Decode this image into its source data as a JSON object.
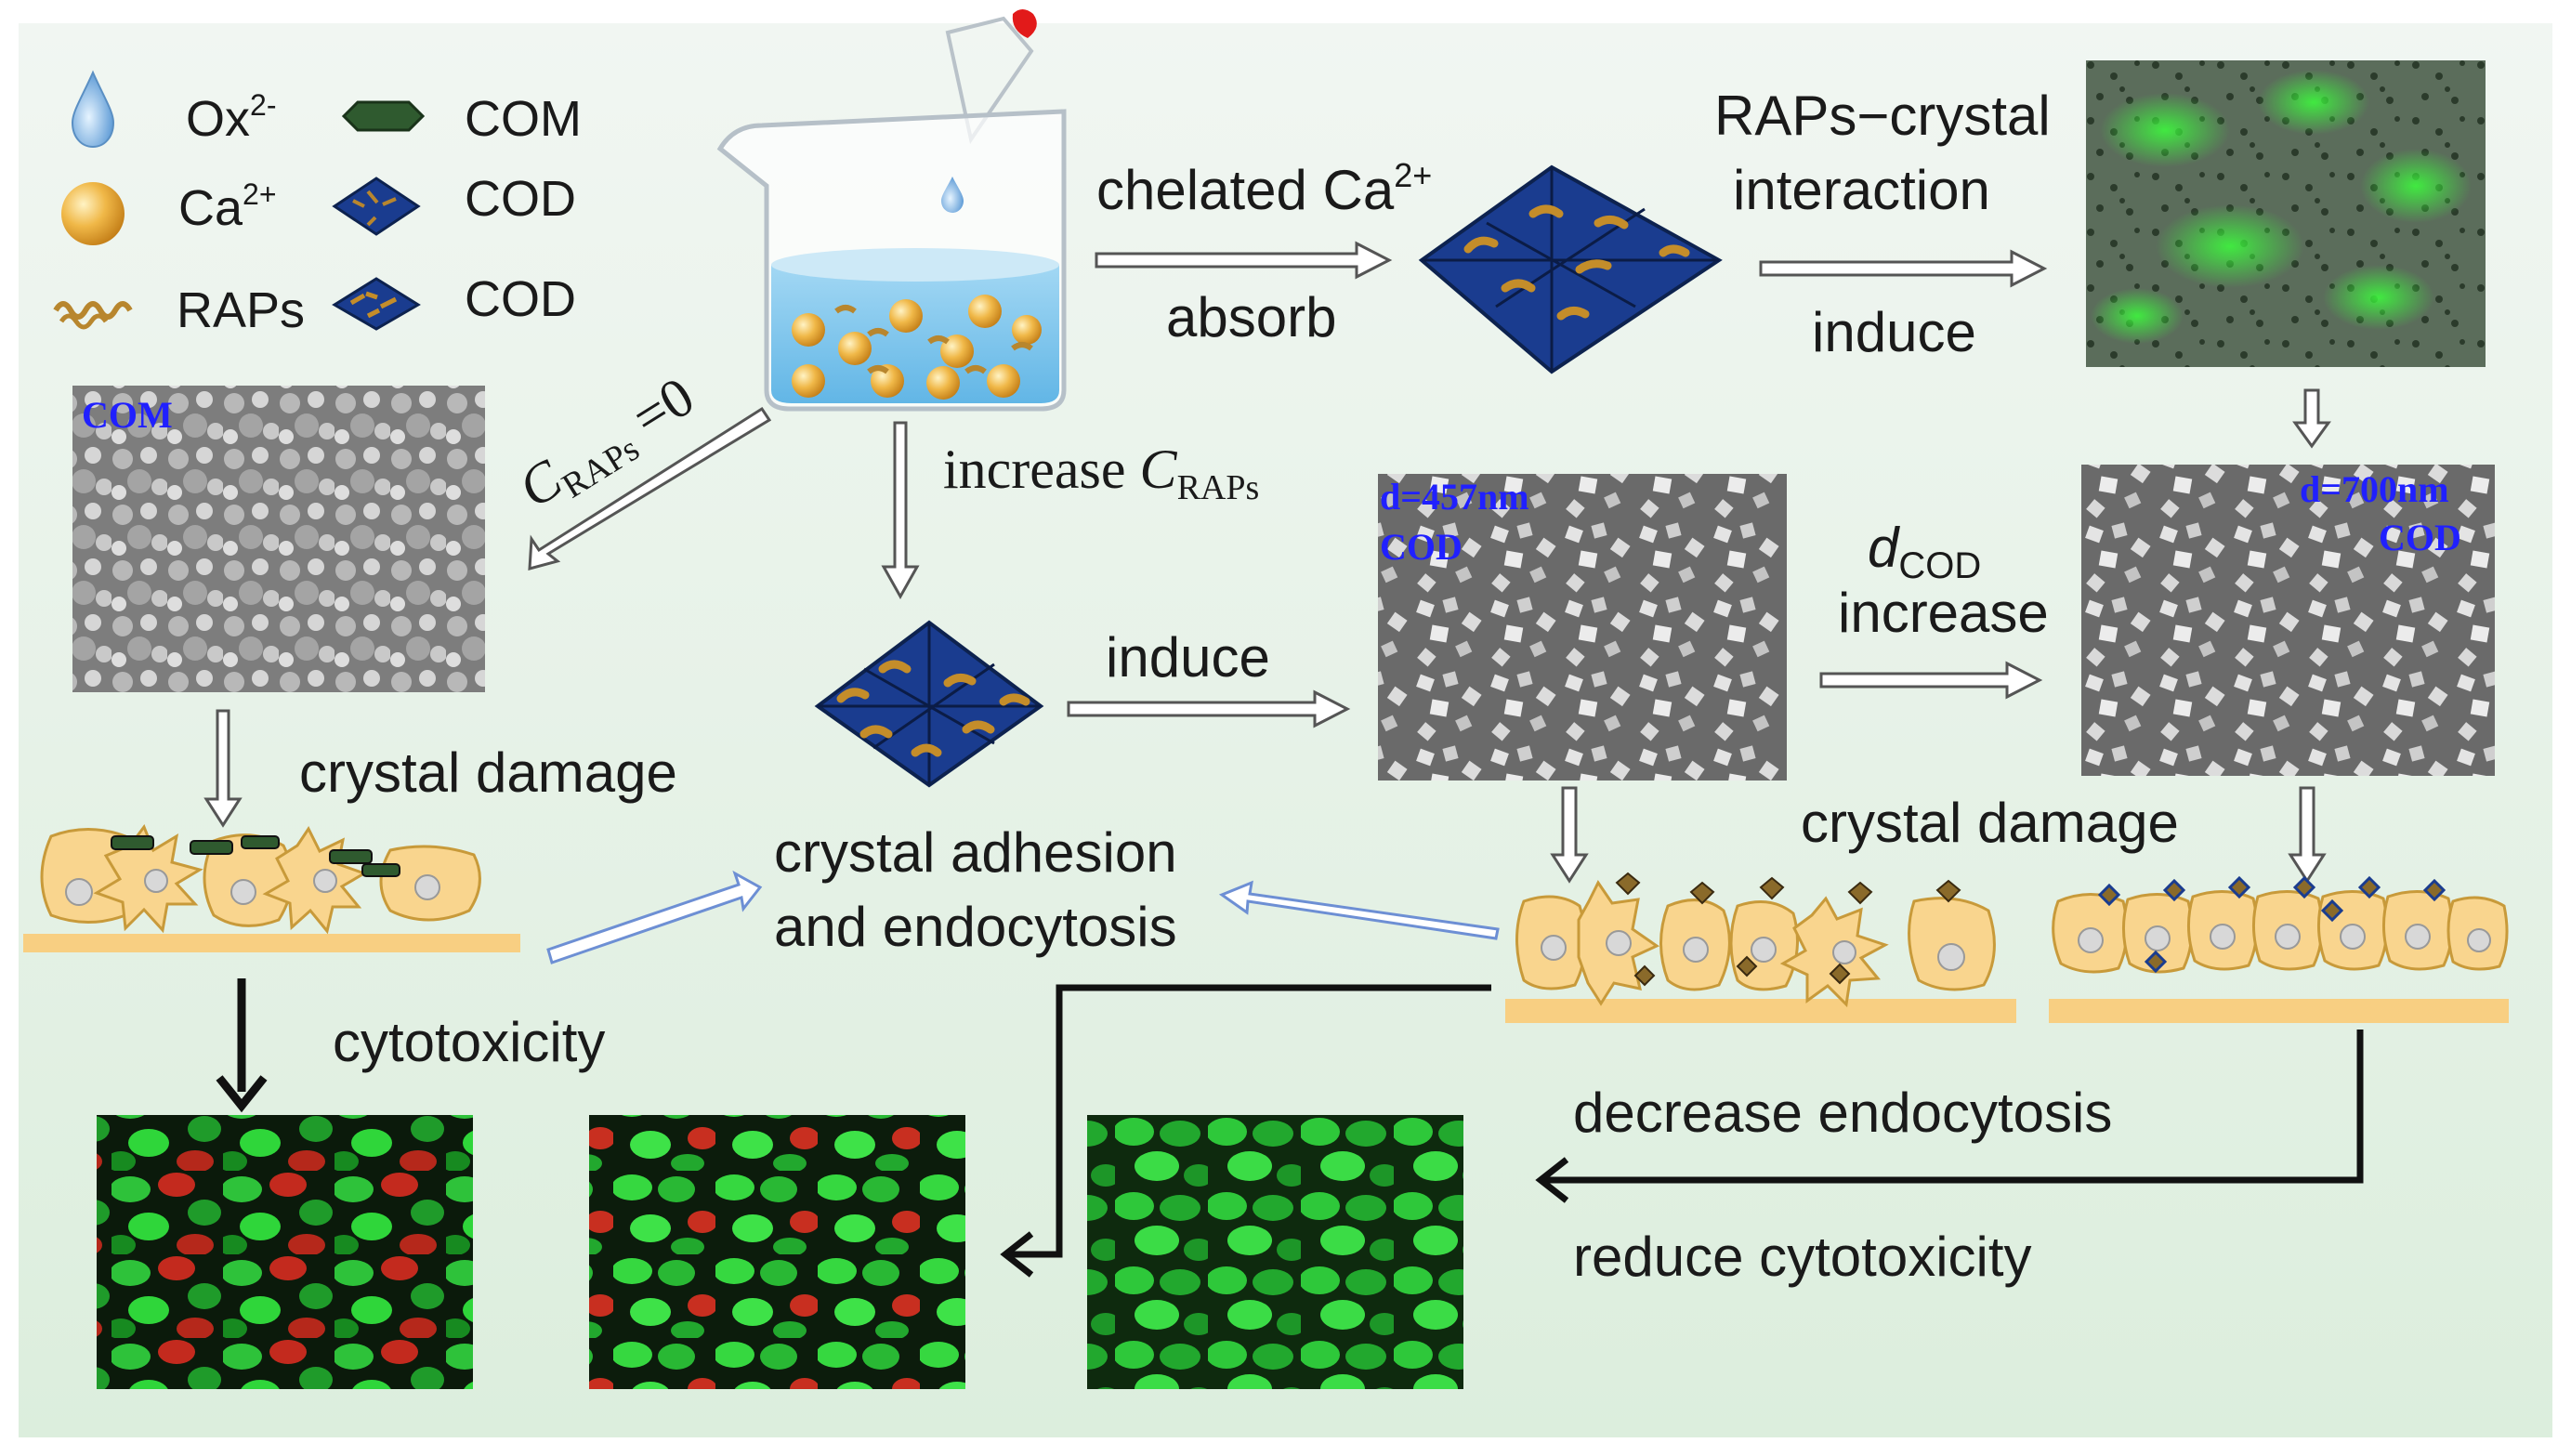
{
  "legend": {
    "ox": {
      "base": "Ox",
      "sup": "2-"
    },
    "ca": {
      "base": "Ca",
      "sup": "2+"
    },
    "raps": "RAPs",
    "com": "COM",
    "cod1": "COD",
    "cod2": "COD"
  },
  "arrows": {
    "chelated": {
      "text": "chelated Ca",
      "sup": "2+"
    },
    "absorb": "absorb",
    "raps_crystal_1": "RAPs−crystal",
    "raps_crystal_2": "interaction",
    "induce_top": "induce",
    "craps_zero": {
      "c": "C",
      "sub": "RAPs",
      "rest": " =0"
    },
    "increase_craps": {
      "text": "increase ",
      "c": "C",
      "sub": "RAPs"
    },
    "induce_mid": "induce",
    "dcod": {
      "d": "d",
      "sub": "COD"
    },
    "dcod_increase": "increase",
    "crystal_damage_left": "crystal damage",
    "crystal_damage_right": "crystal damage",
    "adhesion_1": "crystal adhesion",
    "adhesion_2": "and endocytosis",
    "cytotoxicity": "cytotoxicity",
    "decrease_endocytosis": "decrease endocytosis",
    "reduce_cytotoxicity": "reduce cytotoxicity"
  },
  "micrographs": {
    "com_label": "COM",
    "cod457_d": "d=457nm",
    "cod457_label": "COD",
    "cod700_d": "d=700nm",
    "cod700_label": "COD"
  },
  "colors": {
    "background_top": "#eef4f0",
    "background_bottom": "#dfeee0",
    "crystal_blue": "#1a3c8f",
    "raps_brown": "#b8862e",
    "cell_fill": "#f9d58e",
    "cell_stroke": "#c89a3a",
    "green_fluor": "#2fd63a",
    "red_fluor": "#d42c1f",
    "com_green": "#2f5a2f"
  }
}
